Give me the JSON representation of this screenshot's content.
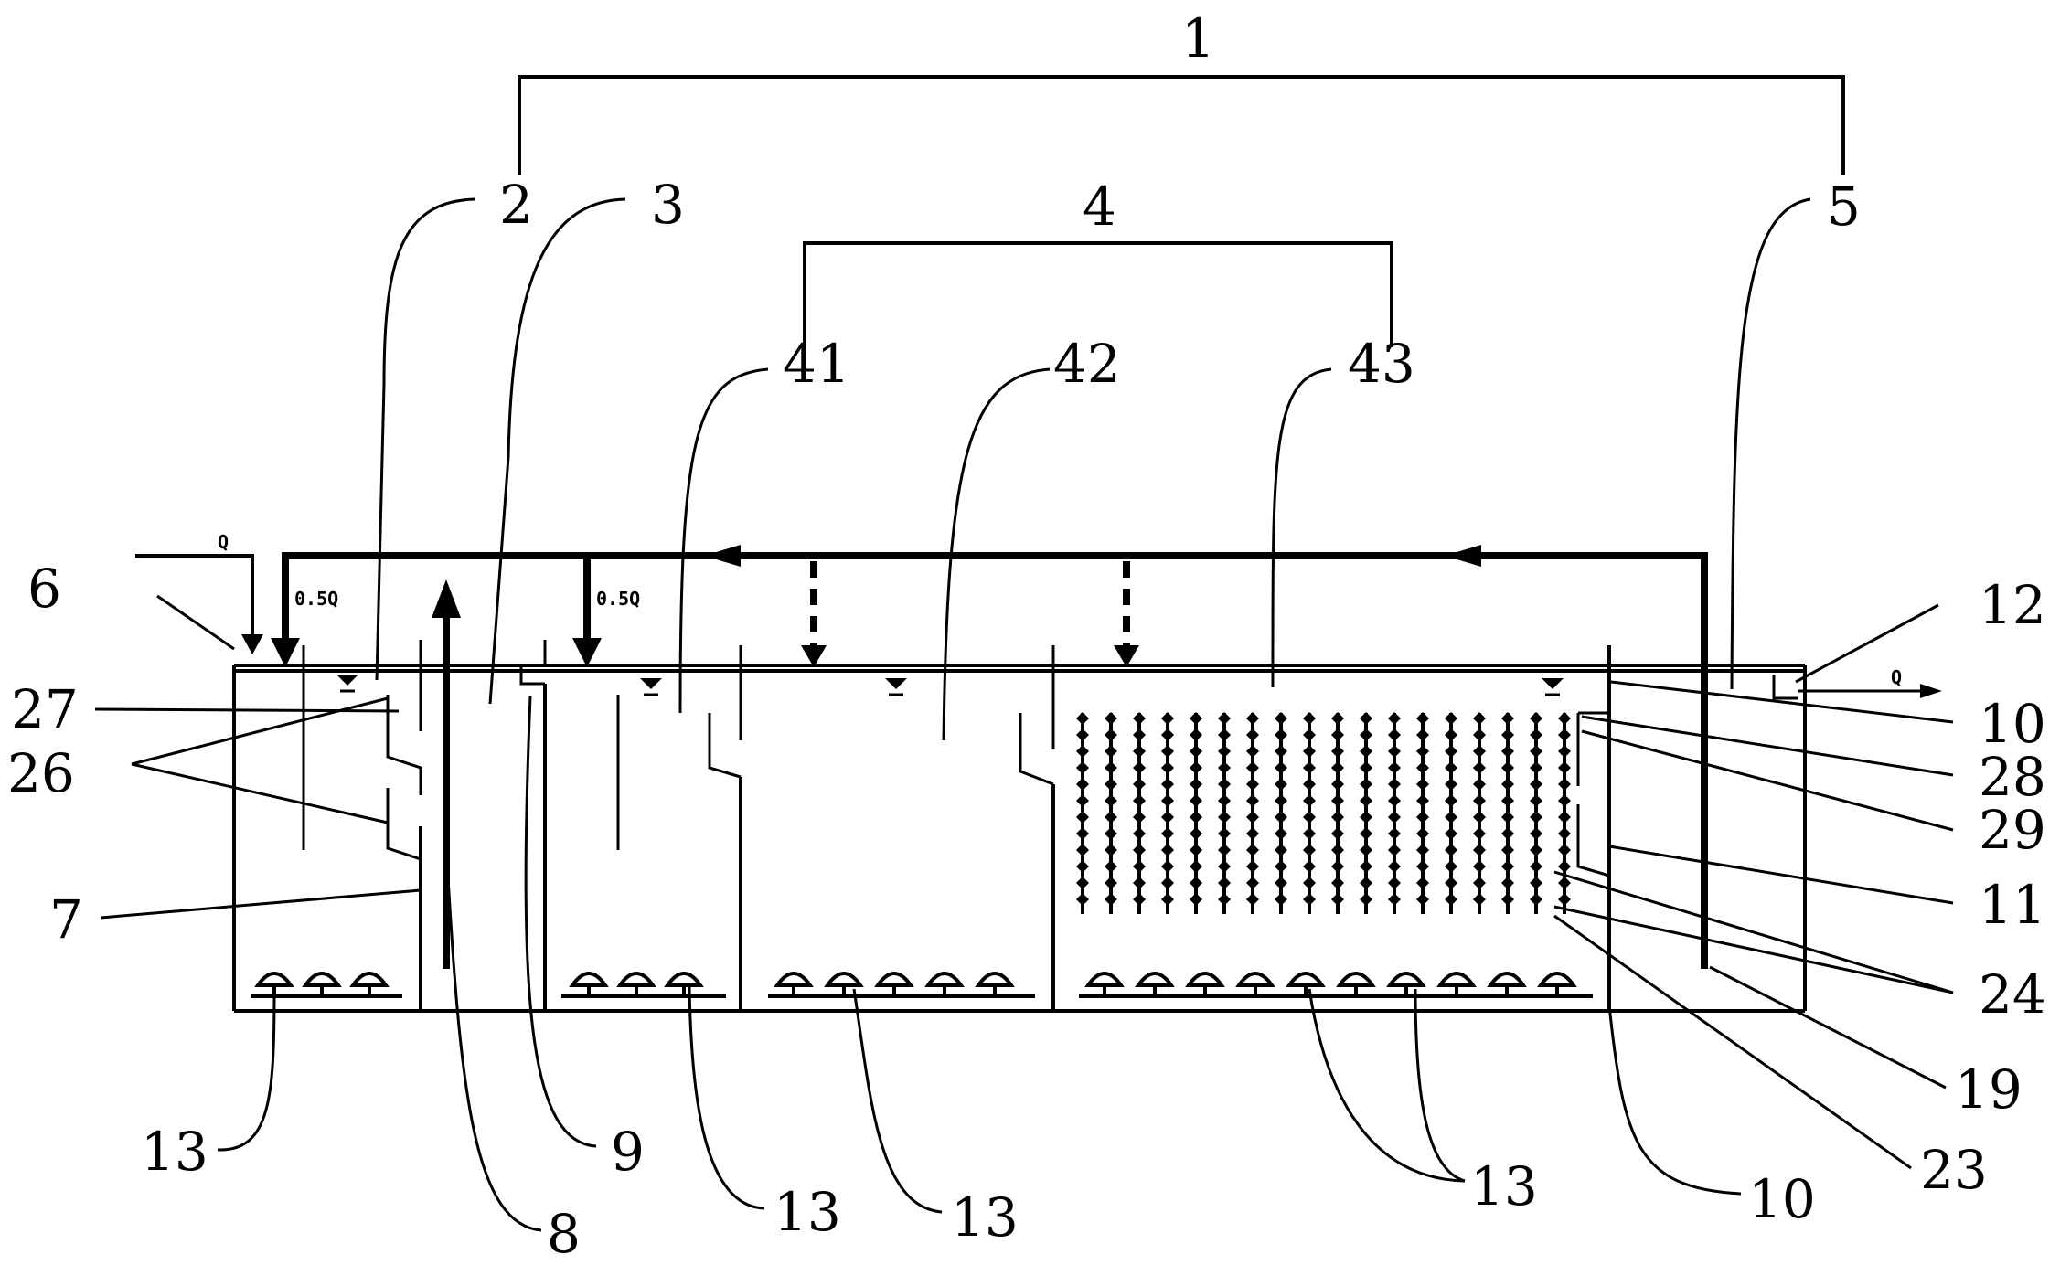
{
  "labels": {
    "l1": "1",
    "l2a": "2",
    "l3": "3",
    "l4": "4",
    "l5a": "5",
    "l41": "41",
    "l42": "42",
    "l43": "43",
    "l6": "6",
    "l27": "27",
    "l26": "26",
    "l7": "7",
    "l12": "12",
    "l10a": "10",
    "l28": "28",
    "l29": "29",
    "l11": "11",
    "l24": "24",
    "l19": "19",
    "l23": "23",
    "l10b": "10",
    "l13a": "13",
    "l8": "8",
    "l9": "9",
    "l13b": "13",
    "l13c": "13",
    "l13d": "13"
  },
  "flows": {
    "inflow": "Q",
    "split_left": "0.5Q",
    "split_mid": "0.5Q",
    "outflow": "Q"
  },
  "colors": {
    "line": "#000000",
    "background": "#ffffff"
  }
}
